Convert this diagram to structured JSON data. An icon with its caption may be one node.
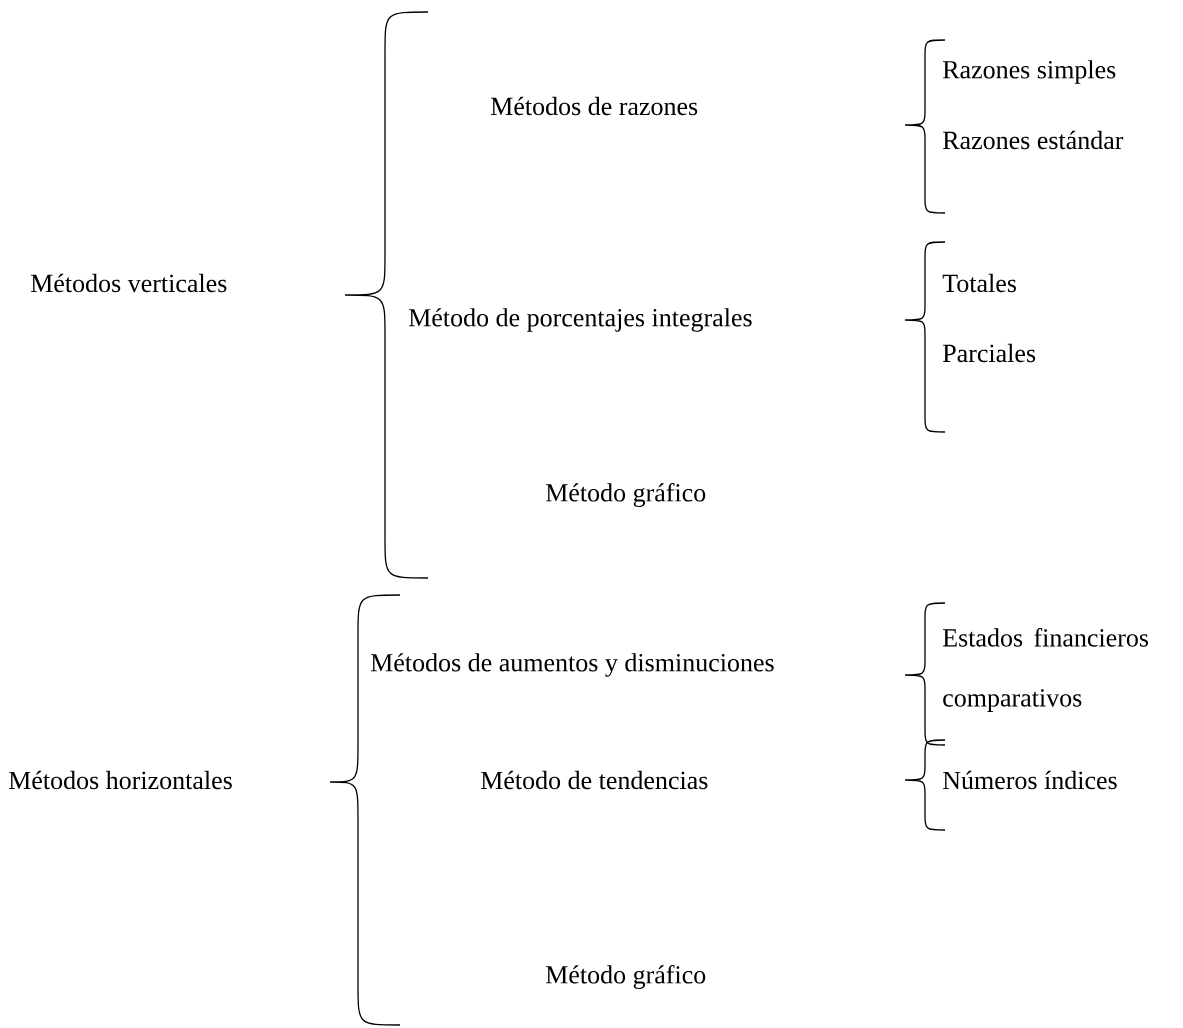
{
  "diagram": {
    "labels": [
      "Métodos verticales",
      "Métodos de razones",
      "Razones simples",
      "Razones estándar",
      "Método de porcentajes integrales",
      "Totales",
      "Parciales",
      "Método gráfico",
      "Métodos horizontales",
      "Métodos de aumentos y disminuciones",
      "Estados financieros comparativos",
      "Método de tendencias",
      "Números índices",
      "Método gráfico"
    ]
  }
}
